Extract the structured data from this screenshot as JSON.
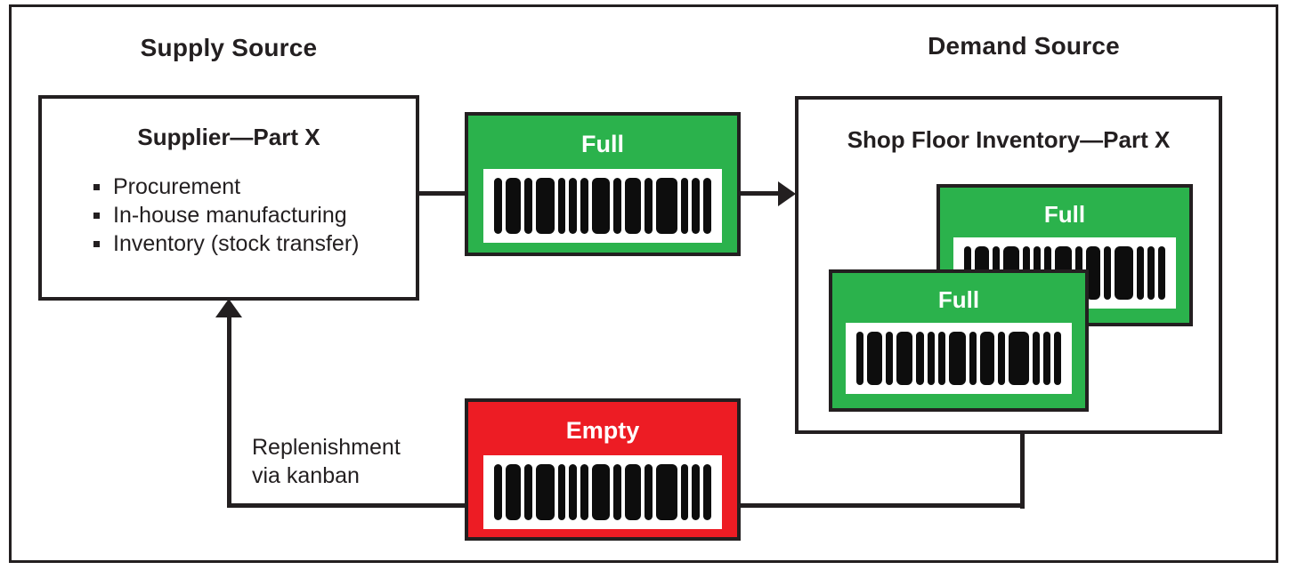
{
  "diagram": {
    "supply_section": {
      "heading": "Supply Source",
      "supplier_box": {
        "title": "Supplier—Part X",
        "bullets": [
          "Procurement",
          "In-house manufacturing",
          "Inventory (stock transfer)"
        ]
      }
    },
    "demand_section": {
      "heading": "Demand Source",
      "shop_floor_box": {
        "title": "Shop Floor Inventory—Part X"
      }
    },
    "kanban_cards": {
      "transit": {
        "label": "Full"
      },
      "shop_floor_back": {
        "label": "Full"
      },
      "shop_floor_front": {
        "label": "Full"
      },
      "return": {
        "label": "Empty"
      }
    },
    "replenishment_note": {
      "line1": "Replenishment",
      "line2": "via kanban"
    },
    "colors": {
      "full_green": "#2bb24c",
      "empty_red": "#ed1c24",
      "line_black": "#231f20"
    },
    "barcode_pattern": [
      1,
      2,
      1,
      2.3,
      1,
      1,
      1,
      2.3,
      1,
      2,
      1,
      2.7,
      1,
      1,
      1
    ]
  }
}
